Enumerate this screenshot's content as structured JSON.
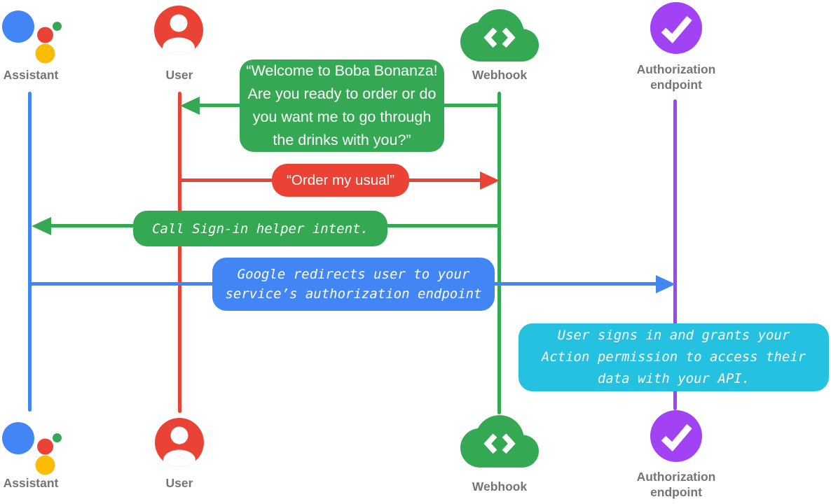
{
  "actors": {
    "assistant": {
      "label": "Assistant",
      "icon": "google-assistant-icon",
      "color": "#4285F4"
    },
    "user": {
      "label": "User",
      "icon": "person-circle-icon",
      "color": "#EA4335"
    },
    "webhook": {
      "label": "Webhook",
      "icon": "cloud-code-icon",
      "color": "#34A853"
    },
    "auth": {
      "label": "Authorization endpoint",
      "icon": "check-circle-icon",
      "color": "#A142F4"
    }
  },
  "messages": [
    {
      "id": "welcome",
      "from": "webhook",
      "to": "user",
      "kind": "speech",
      "color": "#34A853",
      "text": "“Welcome to Boba Bonanza!\nAre you ready to order or do\nyou want me to go through\nthe drinks with you?”"
    },
    {
      "id": "order",
      "from": "user",
      "to": "webhook",
      "kind": "speech",
      "color": "#EA4335",
      "text": "“Order my usual”"
    },
    {
      "id": "signin",
      "from": "webhook",
      "to": "assistant",
      "kind": "code",
      "color": "#34A853",
      "text": "Call Sign-in helper intent."
    },
    {
      "id": "redirect",
      "from": "assistant",
      "to": "auth",
      "kind": "code",
      "color": "#4285F4",
      "text": "Google redirects user to your\nservice’s authorization endpoint"
    },
    {
      "id": "note",
      "at": "auth",
      "kind": "code",
      "color": "#24C1E0",
      "text": "User signs in and grants your\nAction permission to access their\ndata with your API."
    }
  ],
  "palette": {
    "assistant_blue": "#4285F4",
    "user_red": "#EA4335",
    "webhook_green": "#34A853",
    "auth_purple": "#A142F4",
    "note_cyan": "#24C1E0",
    "assistant_yellow": "#FBBC04",
    "assistant_dot_green": "#34A853",
    "label_gray": "#757575"
  }
}
